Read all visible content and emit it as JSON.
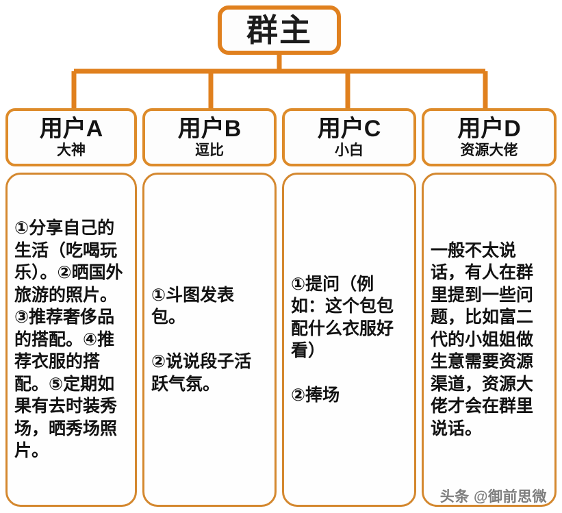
{
  "diagram": {
    "type": "organization-tree",
    "accent_color": "#e0801e",
    "border_color": "#d4882f",
    "background_color": "#ffffff",
    "text_color": "#121212",
    "root": {
      "label": "群主"
    },
    "branches": [
      {
        "id": "user-a",
        "title": "用户A",
        "subtitle": "大神",
        "content": "①分享自己的生活（吃喝玩乐）。②晒国外旅游的照片。③推荐奢侈品的搭配。④推荐衣服的搭配。⑤定期如果有去时装秀场，晒秀场照片。"
      },
      {
        "id": "user-b",
        "title": "用户B",
        "subtitle": "逗比",
        "content": "①斗图发表包。\n\n②说说段子活跃气氛。"
      },
      {
        "id": "user-c",
        "title": "用户C",
        "subtitle": "小白",
        "content": "①提问（例如：这个包包配什么衣服好看）\n\n②捧场"
      },
      {
        "id": "user-d",
        "title": "用户D",
        "subtitle": "资源大佬",
        "content": "一般不太说话，有人在群里提到一些问题，比如富二代的小姐姐做生意需要资源渠道，资源大佬才会在群里说话。"
      }
    ]
  },
  "watermark": {
    "text": "头条 @御前思微"
  }
}
